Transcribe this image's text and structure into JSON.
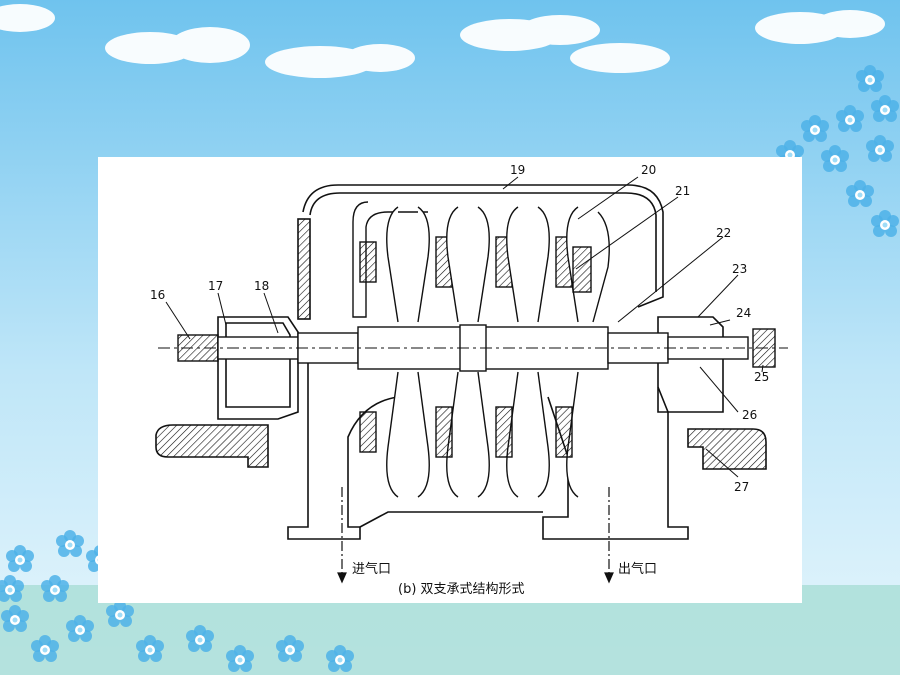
{
  "diagram": {
    "caption": "(b) 双支承式结构形式",
    "inlet_label": "进气口",
    "outlet_label": "出气口",
    "part_numbers": [
      "16",
      "17",
      "18",
      "19",
      "20",
      "21",
      "22",
      "23",
      "24",
      "25",
      "26",
      "27"
    ]
  },
  "colors": {
    "sky_top": "#6fc3ee",
    "sky_bottom": "#d8f0fb",
    "ground": "#9fd8d2",
    "flower": "#4db1e8",
    "panel": "#ffffff",
    "ink": "#111111"
  }
}
